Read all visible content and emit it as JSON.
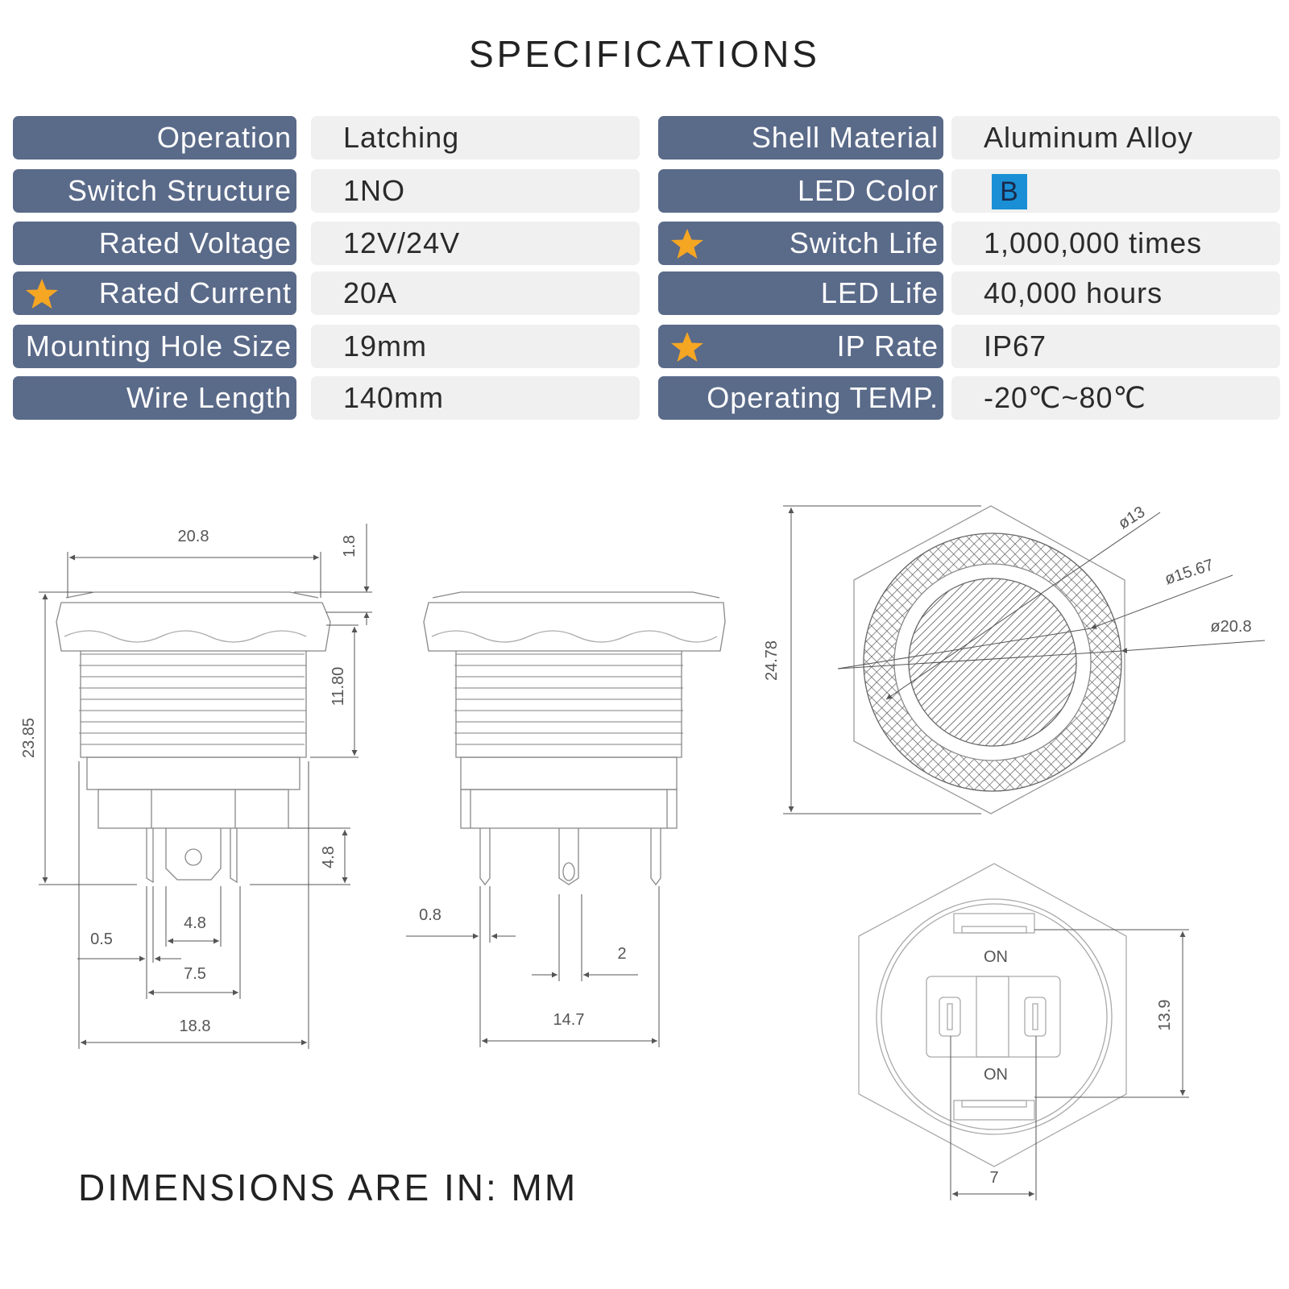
{
  "title": "SPECIFICATIONS",
  "specs_left": [
    {
      "label": "Operation",
      "value": "Latching",
      "starred": false
    },
    {
      "label": "Switch Structure",
      "value": "1NO",
      "starred": false
    },
    {
      "label": "Rated Voltage",
      "value": "12V/24V",
      "starred": false
    },
    {
      "label": "Rated Current",
      "value": "20A",
      "starred": true
    },
    {
      "label": "Mounting Hole Size",
      "value": "19mm",
      "starred": false
    },
    {
      "label": "Wire Length",
      "value": "140mm",
      "starred": false
    }
  ],
  "specs_right": [
    {
      "label": "Shell Material",
      "value": "Aluminum Alloy",
      "starred": false
    },
    {
      "label": "LED Color",
      "value": "B",
      "starred": false
    },
    {
      "label": "Switch Life",
      "value": "1,000,000 times",
      "starred": true
    },
    {
      "label": "LED Life",
      "value": "40,000 hours",
      "starred": false
    },
    {
      "label": "IP Rate",
      "value": "IP67",
      "starred": true
    },
    {
      "label": "Operating TEMP.",
      "value": "-20℃~80℃",
      "starred": false
    }
  ],
  "colors": {
    "label_bg": "#5a6a89",
    "value_bg": "#f0f0f0",
    "led_b": "#1a8fd6",
    "star": "#f5a623"
  },
  "dimensions": {
    "side": {
      "head_width": "20.8",
      "head_height": "1.8",
      "total_height": "23.85",
      "thread_length": "11.80",
      "terminal_length": "4.8",
      "terminal_thickness": "0.5",
      "tab_width": "4.8",
      "pin_spacing": "7.5",
      "body_width": "18.8"
    },
    "front": {
      "pin_thickness": "0.8",
      "tab_width": "2",
      "pin_spacing": "14.7"
    },
    "top": {
      "height": "24.78",
      "dia_inner": "ø13",
      "dia_ring": "ø15.67",
      "dia_outer": "ø20.8"
    },
    "bottom": {
      "height": "13.9",
      "width": "7",
      "marking_top": "ON",
      "marking_bottom": "ON"
    }
  },
  "footer": "DIMENSIONS ARE IN: MM"
}
